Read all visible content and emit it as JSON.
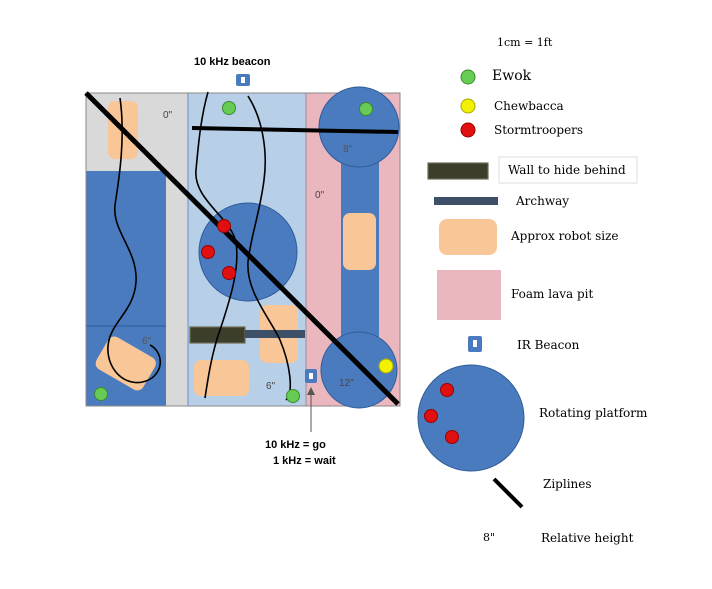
{
  "scale": "1cm = 1ft",
  "beacon_label": "10 kHz beacon",
  "signal_note": {
    "go": "10 kHz = go",
    "wait": "1 kHz = wait"
  },
  "relative_heights": {
    "top_left": "0\"",
    "top_right_platform": "8\"",
    "pit": "0\"",
    "bottom_left": "6\"",
    "bottom_middle": "6\"",
    "bottom_right_platform": "12\""
  },
  "legend": {
    "ewok": "Ewok",
    "chewbacca": "Chewbacca",
    "stormtroopers": "Stormtroopers",
    "wall": "Wall to hide behind",
    "archway": "Archway",
    "robot": "Approx robot size",
    "lava": "Foam lava pit",
    "ir_beacon": "IR Beacon",
    "platform": "Rotating platform",
    "ziplines": "Ziplines",
    "height_sample": "8\"",
    "relative_height": "Relative height"
  },
  "colors": {
    "ewok": "#66cc55",
    "chewbacca": "#f2f200",
    "stormtrooper": "#e01010",
    "platform_blue": "#4a7bbf",
    "light_blue": "#b8cfe8",
    "gray": "#d9d9d9",
    "lava": "#eab7bf",
    "robot": "#f9c697",
    "wall": "#3d3d2b"
  }
}
